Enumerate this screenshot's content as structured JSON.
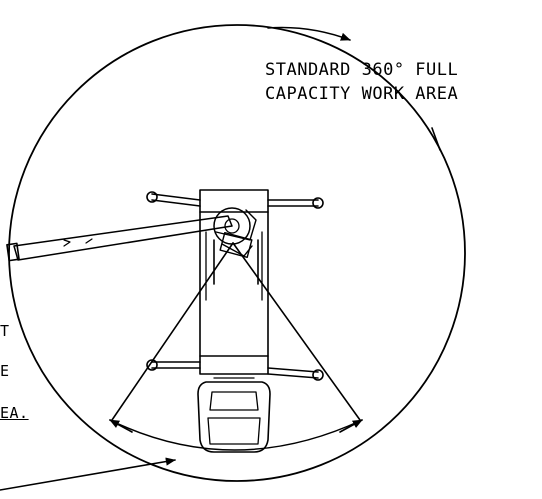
{
  "callout": {
    "line1": "STANDARD 360° FULL",
    "line2": "CAPACITY WORK AREA"
  },
  "side_note": {
    "line1": "T",
    "line2": "E",
    "line3": "EA."
  },
  "colors": {
    "ink": "#000000",
    "background": "#ffffff"
  }
}
